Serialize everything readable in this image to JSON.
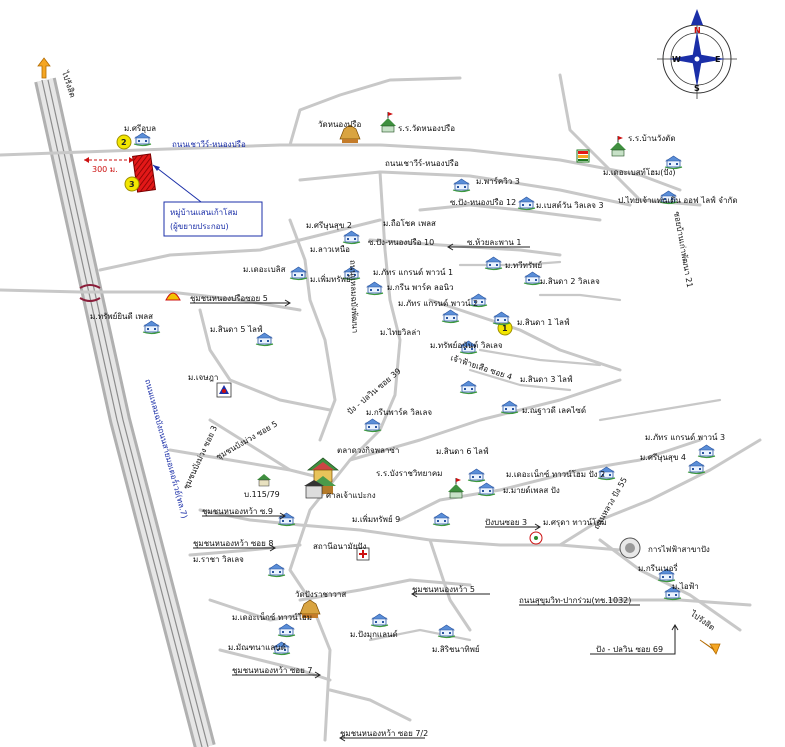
{
  "compass": {
    "n": "N",
    "e": "E",
    "s": "S",
    "w": "W"
  },
  "to_direction": "ไปรังสิต",
  "to_direction_top": "ไปรังสิต",
  "distance_label": "300 ม.",
  "markers": [
    "1",
    "2",
    "3"
  ],
  "callout": {
    "line1": "หมู่บ้านแสนเก้าโสม",
    "line2": "(ผู้ขยายประกอบ)"
  },
  "roads": {
    "r1": "ถนนเชาวีร์-หนองปรือ",
    "r2": "ถนนเชาวีร์-หนองปรือ",
    "r3": "ซ.ปัง-หนองปรือ 12",
    "r4": "ซ.ปัง-หนองปรือ 10",
    "r5": "ซ.ห้วยละพาน 1",
    "r6": "ชุมชนหนองปรือซอย 5",
    "r7": "ถนนแหลมฉบังพัฒนา",
    "r8": "ปัง - ปลวิน ซอย 39",
    "r9": "เจ้าฟ้ายเสือ ซอย 4",
    "r10": "ชุมชนบังม่วง ซอย 3",
    "r11": "ชุมชนบังม่วง ซอย 5",
    "r12": "ชุมชนหนองหว้า ซ.9",
    "r13": "ชุมชนหนองหว้า ซอย 8",
    "r14": "ชุมชนหนองหว้า 5",
    "r15": "ถนนสุขุมวิท-ปากร่วม(ทช.1032)",
    "r16": "ปัง - ปลวิน ซอย 69",
    "r17": "ชุมชนหนองหว้า ซอย 7",
    "r18": "ชุมชนหนองหว้า ซอย 7/2",
    "r19": "ปังบนซอย 3",
    "r20": "ถนนหลวง ปัง 55",
    "r21": "ซอยบ้านเก่าพัฒนา 21",
    "r22": "ถนนแหลมฉบังถนนสายมอเตอร์เวย์(ทล.7)"
  },
  "places": {
    "p1": "ม.ศรีอุบล",
    "p2": "วัดหนองปรือ",
    "p3": "ร.ร.วัดหนองปรือ",
    "p4": "ร.ร.บ้านวังตัด",
    "p5": "ม.เดอะเบสท์โฮม(ปัง)",
    "p6": "ม.พาร์ควิว 3",
    "p7": "ม.เบสต์วัน วิลเลจ 3",
    "p8": "ป.ไทยเจ้าแท่นเดิน ออฟ ไลฟ์ จำกัด",
    "p9": "ม.ศรีษุนสุข 2",
    "p10": "ม.ลาวเหนือ",
    "p11": "ม.ถือโชค เพลส",
    "p12": "ม.เดอะเบลิส",
    "p13": "ม.เพิ่มทรัพย์",
    "p14": "ม.ภัทร แกรนด์ พาวน์ 1",
    "p15": "ม.ทวีทรัพย์",
    "p16": "ม.กรีน พาร์ค ลอนิว",
    "p17": "ม.สินดา 2 วิลเลจ",
    "p18": "ม.ภัทร แกรนด์ พาวน์ 2",
    "p19": "ม.ทรัพย์ยินดี เพลส",
    "p20": "ม.สินดา 5 ไลฟ์",
    "p21": "ม.ไทยวิลล่า",
    "p22": "ม.สินดา 1 ไลฟ์",
    "p23": "ม.ทรัพย์อนันต์ วิลเลจ",
    "p24": "ม.เจษฎา",
    "p25": "ม.สินดา 3 ไลฟ์",
    "p26": "ม.กรีนพาร์ค วิลเลจ",
    "p27": "ม.ณฐาวดี เลคไซด์",
    "p28": "ม.ภัทร แกรนด์ พาวน์ 3",
    "p29": "ตลาดวงกิจพลาซ่า",
    "p30": "ศาลเจ้าแปะกง",
    "p31": "ม.สินดา 6 ไลฟ์",
    "p32": "ร.ร.บังราชวิทยาคม",
    "p33": "ม.เดอะเน็กซ์ ทาวน์โฮม ปัง 2",
    "p34": "ม.ศรีษุนสุข 4",
    "p35": "บ.115/79",
    "p36": "ม.มายด์เพลส ปัง",
    "p37": "ม.เพิ่มทรัพย์ 9",
    "p38": "ม.ราชา วิลเลจ",
    "p39": "สถานีอนามัยปัง",
    "p40": "ม.ศรุดา ทาวน์โฮม",
    "p41": "การไฟฟ้าสาขาปัง",
    "p42": "ม.กรีนเนอรี่",
    "p43": "ม.ไอฟ้า",
    "p44": "วัดปังราชาวาส",
    "p45": "ม.เดอะเน็กซ์ ทาวน์โฮม",
    "p46": "ม.มัณฑนาแลนด์",
    "p47": "ม.ปังมุกแลนด์",
    "p48": "ม.สิริชนาทิพย์"
  },
  "colors": {
    "road": "#c8c8c8",
    "label_blue": "#1b2fa8",
    "red": "#cc1010",
    "marker_yellow": "#f2e600"
  }
}
